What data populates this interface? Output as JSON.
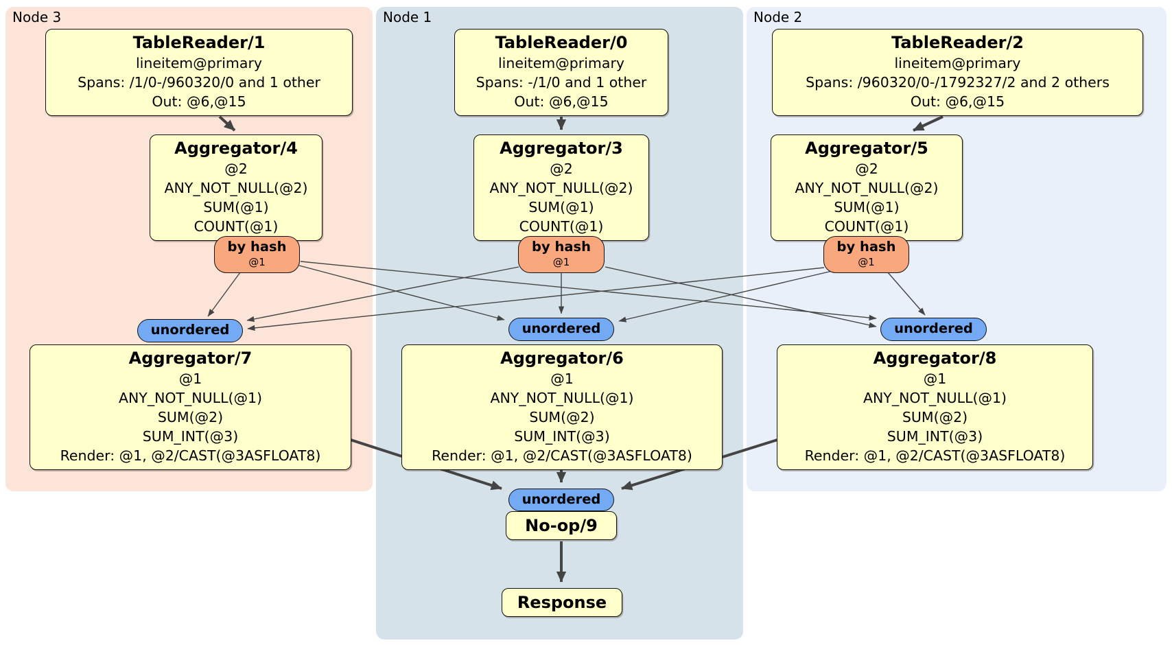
{
  "colors": {
    "node3_bg": "#fce4d8",
    "node1_bg": "#d6e2ea",
    "node2_bg": "#eaf0fa",
    "box_fill": "#ffffcc",
    "by_hash_fill": "#f9a87e",
    "unordered_fill": "#74a9f4",
    "edge": "#444444"
  },
  "regions": [
    {
      "label": "Node 3",
      "table_reader": {
        "title": "TableReader/1",
        "lines": [
          "lineitem@primary",
          "Spans: /1/0-/960320/0 and 1 other",
          "Out: @6,@15"
        ]
      },
      "aggregator_top": {
        "title": "Aggregator/4",
        "lines": [
          "@2",
          "ANY_NOT_NULL(@2)",
          "SUM(@1)",
          "COUNT(@1)"
        ]
      },
      "by_hash": {
        "label": "by hash",
        "detail": "@1"
      },
      "unordered_label": "unordered",
      "aggregator_bottom": {
        "title": "Aggregator/7",
        "lines": [
          "@1",
          "ANY_NOT_NULL(@1)",
          "SUM(@2)",
          "SUM_INT(@3)",
          "Render: @1, @2/CAST(@3ASFLOAT8)"
        ]
      }
    },
    {
      "label": "Node 1",
      "table_reader": {
        "title": "TableReader/0",
        "lines": [
          "lineitem@primary",
          "Spans: -/1/0 and 1 other",
          "Out: @6,@15"
        ]
      },
      "aggregator_top": {
        "title": "Aggregator/3",
        "lines": [
          "@2",
          "ANY_NOT_NULL(@2)",
          "SUM(@1)",
          "COUNT(@1)"
        ]
      },
      "by_hash": {
        "label": "by hash",
        "detail": "@1"
      },
      "unordered_label": "unordered",
      "aggregator_bottom": {
        "title": "Aggregator/6",
        "lines": [
          "@1",
          "ANY_NOT_NULL(@1)",
          "SUM(@2)",
          "SUM_INT(@3)",
          "Render: @1, @2/CAST(@3ASFLOAT8)"
        ]
      }
    },
    {
      "label": "Node 2",
      "table_reader": {
        "title": "TableReader/2",
        "lines": [
          "lineitem@primary",
          "Spans: /960320/0-/1792327/2 and 2 others",
          "Out: @6,@15"
        ]
      },
      "aggregator_top": {
        "title": "Aggregator/5",
        "lines": [
          "@2",
          "ANY_NOT_NULL(@2)",
          "SUM(@1)",
          "COUNT(@1)"
        ]
      },
      "by_hash": {
        "label": "by hash",
        "detail": "@1"
      },
      "unordered_label": "unordered",
      "aggregator_bottom": {
        "title": "Aggregator/8",
        "lines": [
          "@1",
          "ANY_NOT_NULL(@1)",
          "SUM(@2)",
          "SUM_INT(@3)",
          "Render: @1, @2/CAST(@3ASFLOAT8)"
        ]
      }
    }
  ],
  "sink": {
    "unordered_label": "unordered",
    "noop_title": "No-op/9",
    "response_title": "Response"
  }
}
